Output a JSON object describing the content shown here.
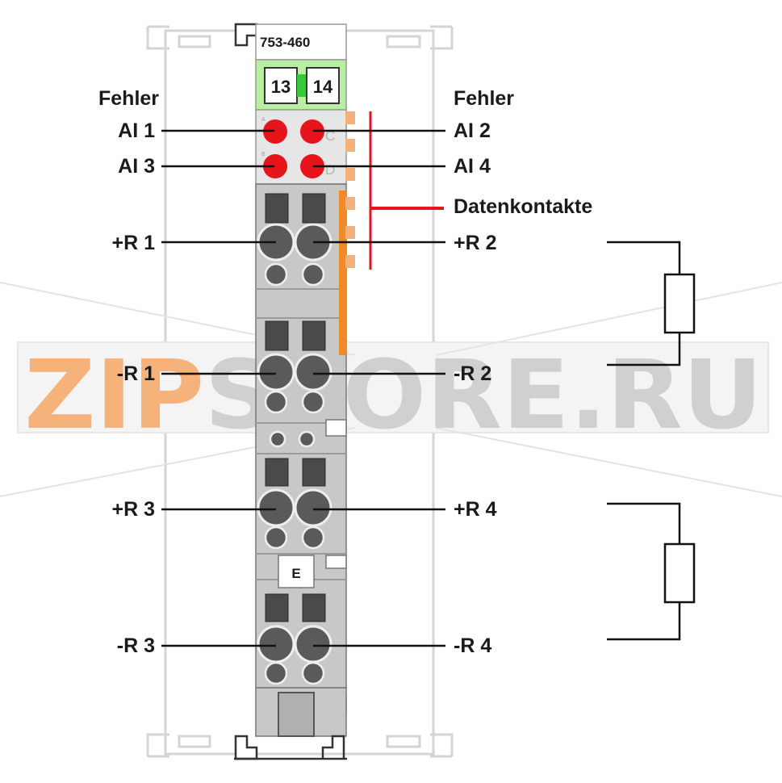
{
  "module": {
    "part_number": "753-460",
    "channel_left": "13",
    "channel_right": "14",
    "led_letters": [
      "A",
      "C",
      "B",
      "D"
    ],
    "marker": "E"
  },
  "labels": {
    "error_left": "Fehler",
    "error_right": "Fehler",
    "ai1": "AI 1",
    "ai2": "AI 2",
    "ai3": "AI 3",
    "ai4": "AI 4",
    "data_contacts": "Datenkontakte",
    "r1_plus": "+R 1",
    "r2_plus": "+R 2",
    "r1_minus": "-R 1",
    "r2_minus": "-R 2",
    "r3_plus": "+R 3",
    "r4_plus": "+R 4",
    "r3_minus": "-R 3",
    "r4_minus": "-R 4"
  },
  "watermark": {
    "text_accent": "ZIP",
    "text_rest": "STORE.RU"
  },
  "colors": {
    "led": "#e8141c",
    "channel_bar": "#b7f0a0",
    "data_contact_line": "#e8141c",
    "contact_strip": "#f08a28",
    "module_body": "#c8c8c8",
    "watermark_accent": "#f5b27a",
    "watermark_rest": "#d0d0d0"
  }
}
